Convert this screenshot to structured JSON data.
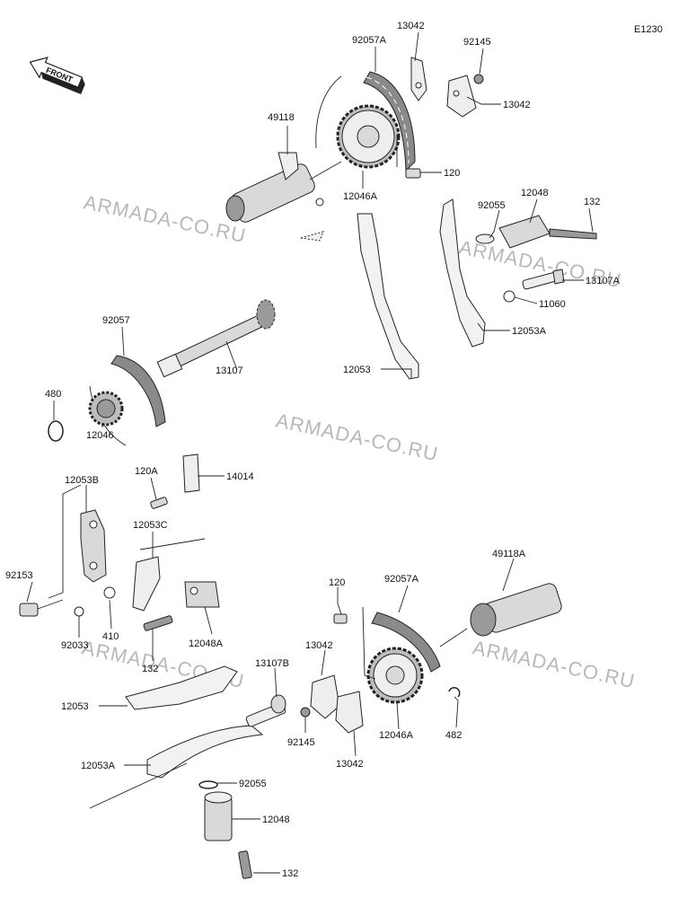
{
  "figure_code": "E1230",
  "front_label": "FRONT",
  "watermark": "ARMADA-CO.RU",
  "parts": [
    {
      "id": "p-13042-top",
      "label": "13042"
    },
    {
      "id": "p-92057a-top",
      "label": "92057A"
    },
    {
      "id": "p-92145-top",
      "label": "92145"
    },
    {
      "id": "p-13042-top2",
      "label": "13042"
    },
    {
      "id": "p-49118",
      "label": "49118"
    },
    {
      "id": "p-120-top",
      "label": "120"
    },
    {
      "id": "p-12046a-top",
      "label": "12046A"
    },
    {
      "id": "p-92055-top",
      "label": "92055"
    },
    {
      "id": "p-12048-top",
      "label": "12048"
    },
    {
      "id": "p-132-top",
      "label": "132"
    },
    {
      "id": "p-13107a",
      "label": "13107A"
    },
    {
      "id": "p-11060",
      "label": "11060"
    },
    {
      "id": "p-12053a-top",
      "label": "12053A"
    },
    {
      "id": "p-92057",
      "label": "92057"
    },
    {
      "id": "p-13107",
      "label": "13107"
    },
    {
      "id": "p-12053-mid",
      "label": "12053"
    },
    {
      "id": "p-480",
      "label": "480"
    },
    {
      "id": "p-12046",
      "label": "12046"
    },
    {
      "id": "p-12053b",
      "label": "12053B"
    },
    {
      "id": "p-120a",
      "label": "120A"
    },
    {
      "id": "p-14014",
      "label": "14014"
    },
    {
      "id": "p-12053c",
      "label": "12053C"
    },
    {
      "id": "p-92153",
      "label": "92153"
    },
    {
      "id": "p-410",
      "label": "410"
    },
    {
      "id": "p-92033",
      "label": "92033"
    },
    {
      "id": "p-12048a",
      "label": "12048A"
    },
    {
      "id": "p-132-mid",
      "label": "132"
    },
    {
      "id": "p-120-bot",
      "label": "120"
    },
    {
      "id": "p-92057a-bot",
      "label": "92057A"
    },
    {
      "id": "p-49118a",
      "label": "49118A"
    },
    {
      "id": "p-13042-bot",
      "label": "13042"
    },
    {
      "id": "p-13107b",
      "label": "13107B"
    },
    {
      "id": "p-12053-bot",
      "label": "12053"
    },
    {
      "id": "p-92145-bot",
      "label": "92145"
    },
    {
      "id": "p-12046a-bot",
      "label": "12046A"
    },
    {
      "id": "p-482",
      "label": "482"
    },
    {
      "id": "p-13042-bot2",
      "label": "13042"
    },
    {
      "id": "p-12053a-bot",
      "label": "12053A"
    },
    {
      "id": "p-92055-bot",
      "label": "92055"
    },
    {
      "id": "p-12048-bot",
      "label": "12048"
    },
    {
      "id": "p-132-bot",
      "label": "132"
    }
  ]
}
